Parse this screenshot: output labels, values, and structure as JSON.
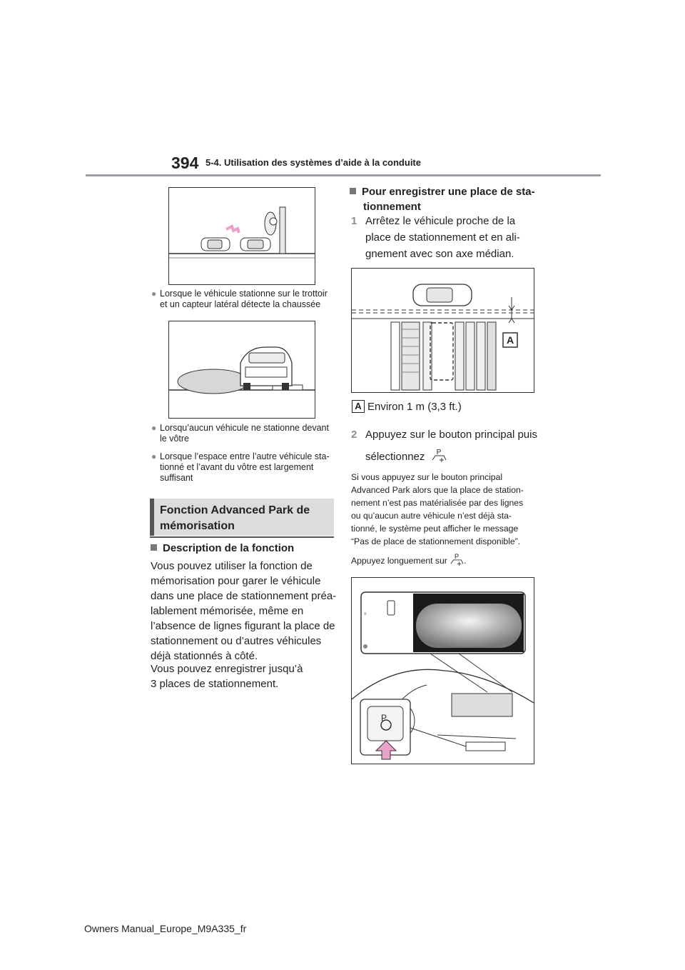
{
  "header": {
    "page_number": "394",
    "section_title": "5-4. Utilisation des systèmes d’aide à la conduite"
  },
  "left_column": {
    "bullet1": "Lorsque le véhicule stationne sur le trottoir et un capteur latéral détecte la chaussée",
    "bullet2": "Lorsqu’aucun véhicule ne stationne devant le vôtre",
    "bullet3": "Lorsque l’espace entre l’autre véhicule sta-tionné et l’avant du vôtre est largement suffisant",
    "section_heading_line1": "Fonction Advanced Park de",
    "section_heading_line2": "mémorisation",
    "subheading": "Description de la fonction",
    "para1_lines": [
      "Vous pouvez utiliser la fonction de",
      "mémorisation pour garer le véhicule",
      "dans une place de stationnement préa-",
      "lablement mémorisée, même en",
      "l’absence de lignes figurant la place de",
      "stationnement ou d’autres véhicules",
      "déjà stationnés à côté."
    ],
    "para2_lines": [
      "Vous pouvez enregistrer jusqu’à",
      "3 places de stationnement."
    ]
  },
  "right_column": {
    "subheading_lines": [
      "Pour enregistrer une place de sta-",
      "tionnement"
    ],
    "step1_number": "1",
    "step1_lines": [
      "Arrêtez le véhicule proche de la",
      "place de stationnement et en ali-",
      "gnement avec son axe médian."
    ],
    "callout_letter": "A",
    "callout_text": "Environ 1 m (3,3 ft.)",
    "step2_number": "2",
    "step2_line1": "Appuyez sur le bouton principal puis",
    "step2_line2": "sélectionnez",
    "note_lines": [
      "Si vous appuyez sur le bouton principal",
      "Advanced Park alors que la place de station-",
      "nement n’est pas matérialisée par des lignes",
      "ou qu’aucun autre véhicule n’est déjà sta-",
      "tionné, le système peut afficher le message",
      "“Pas de place de stationnement disponible”."
    ],
    "long_press_text": "Appuyez longuement sur",
    "long_press_end": ".",
    "icon_glyph": "P"
  },
  "footer": {
    "text": "Owners Manual_Europe_M9A335_fr"
  },
  "colors": {
    "bullet_gray": "#8c8c8c",
    "heading_bg": "#dcdcdc",
    "heading_bar": "#555555",
    "arrow_pink": "#e9a3c8"
  }
}
